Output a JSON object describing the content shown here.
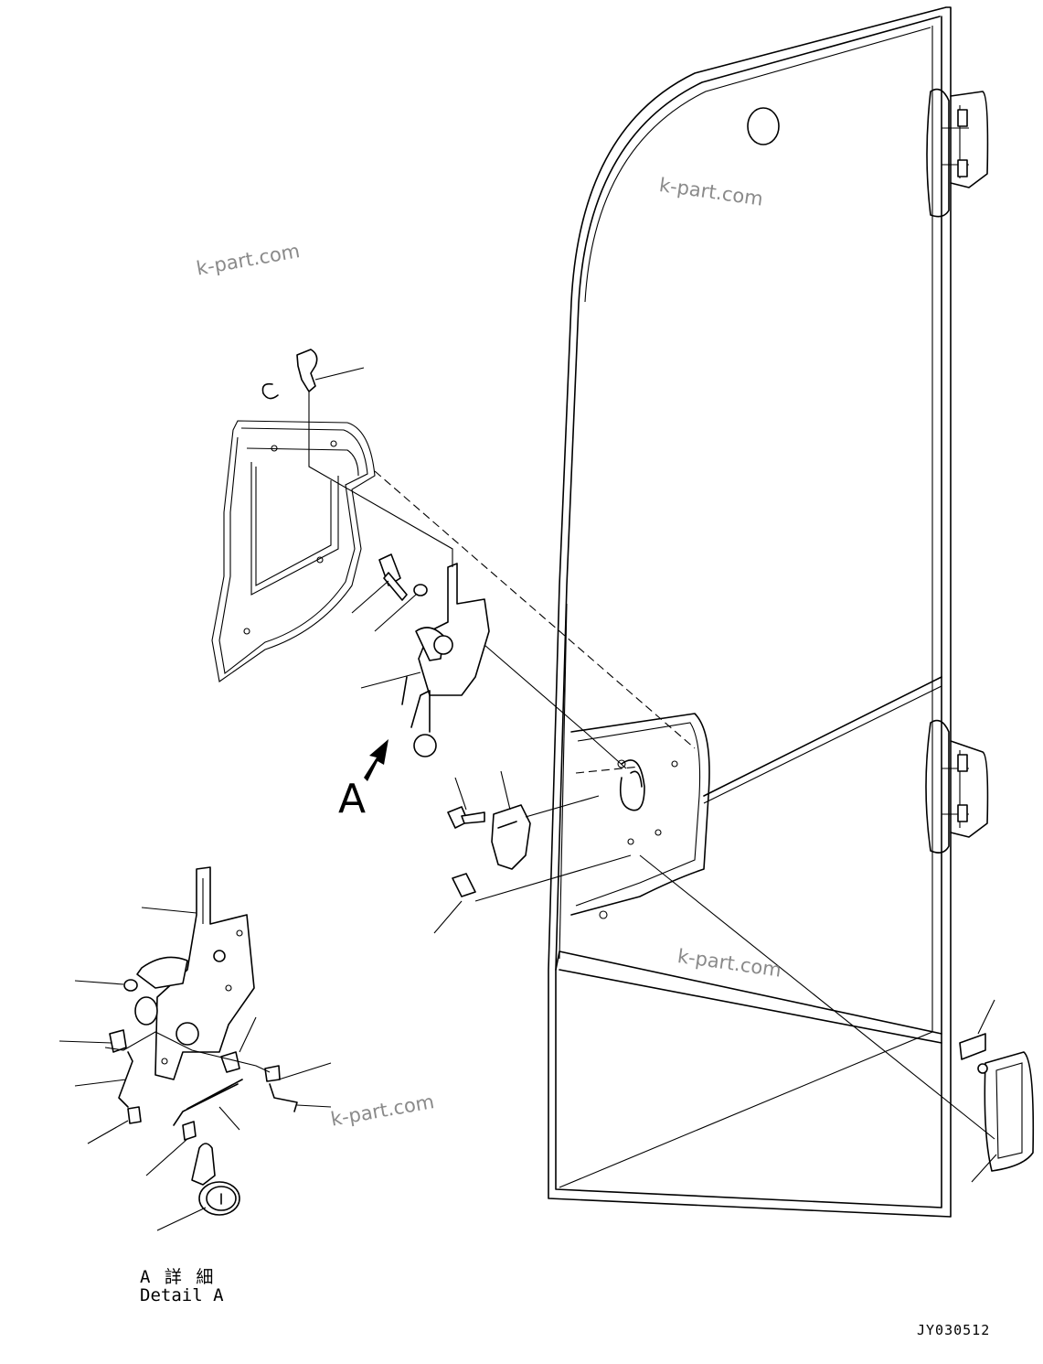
{
  "view_marker": "A",
  "detail_caption_jp": "A 詳 細",
  "detail_caption_en": "Detail A",
  "drawing_code": "JY030512",
  "watermarks": [
    "k-part.com",
    "k-part.com",
    "k-part.com",
    "k-part.com"
  ]
}
